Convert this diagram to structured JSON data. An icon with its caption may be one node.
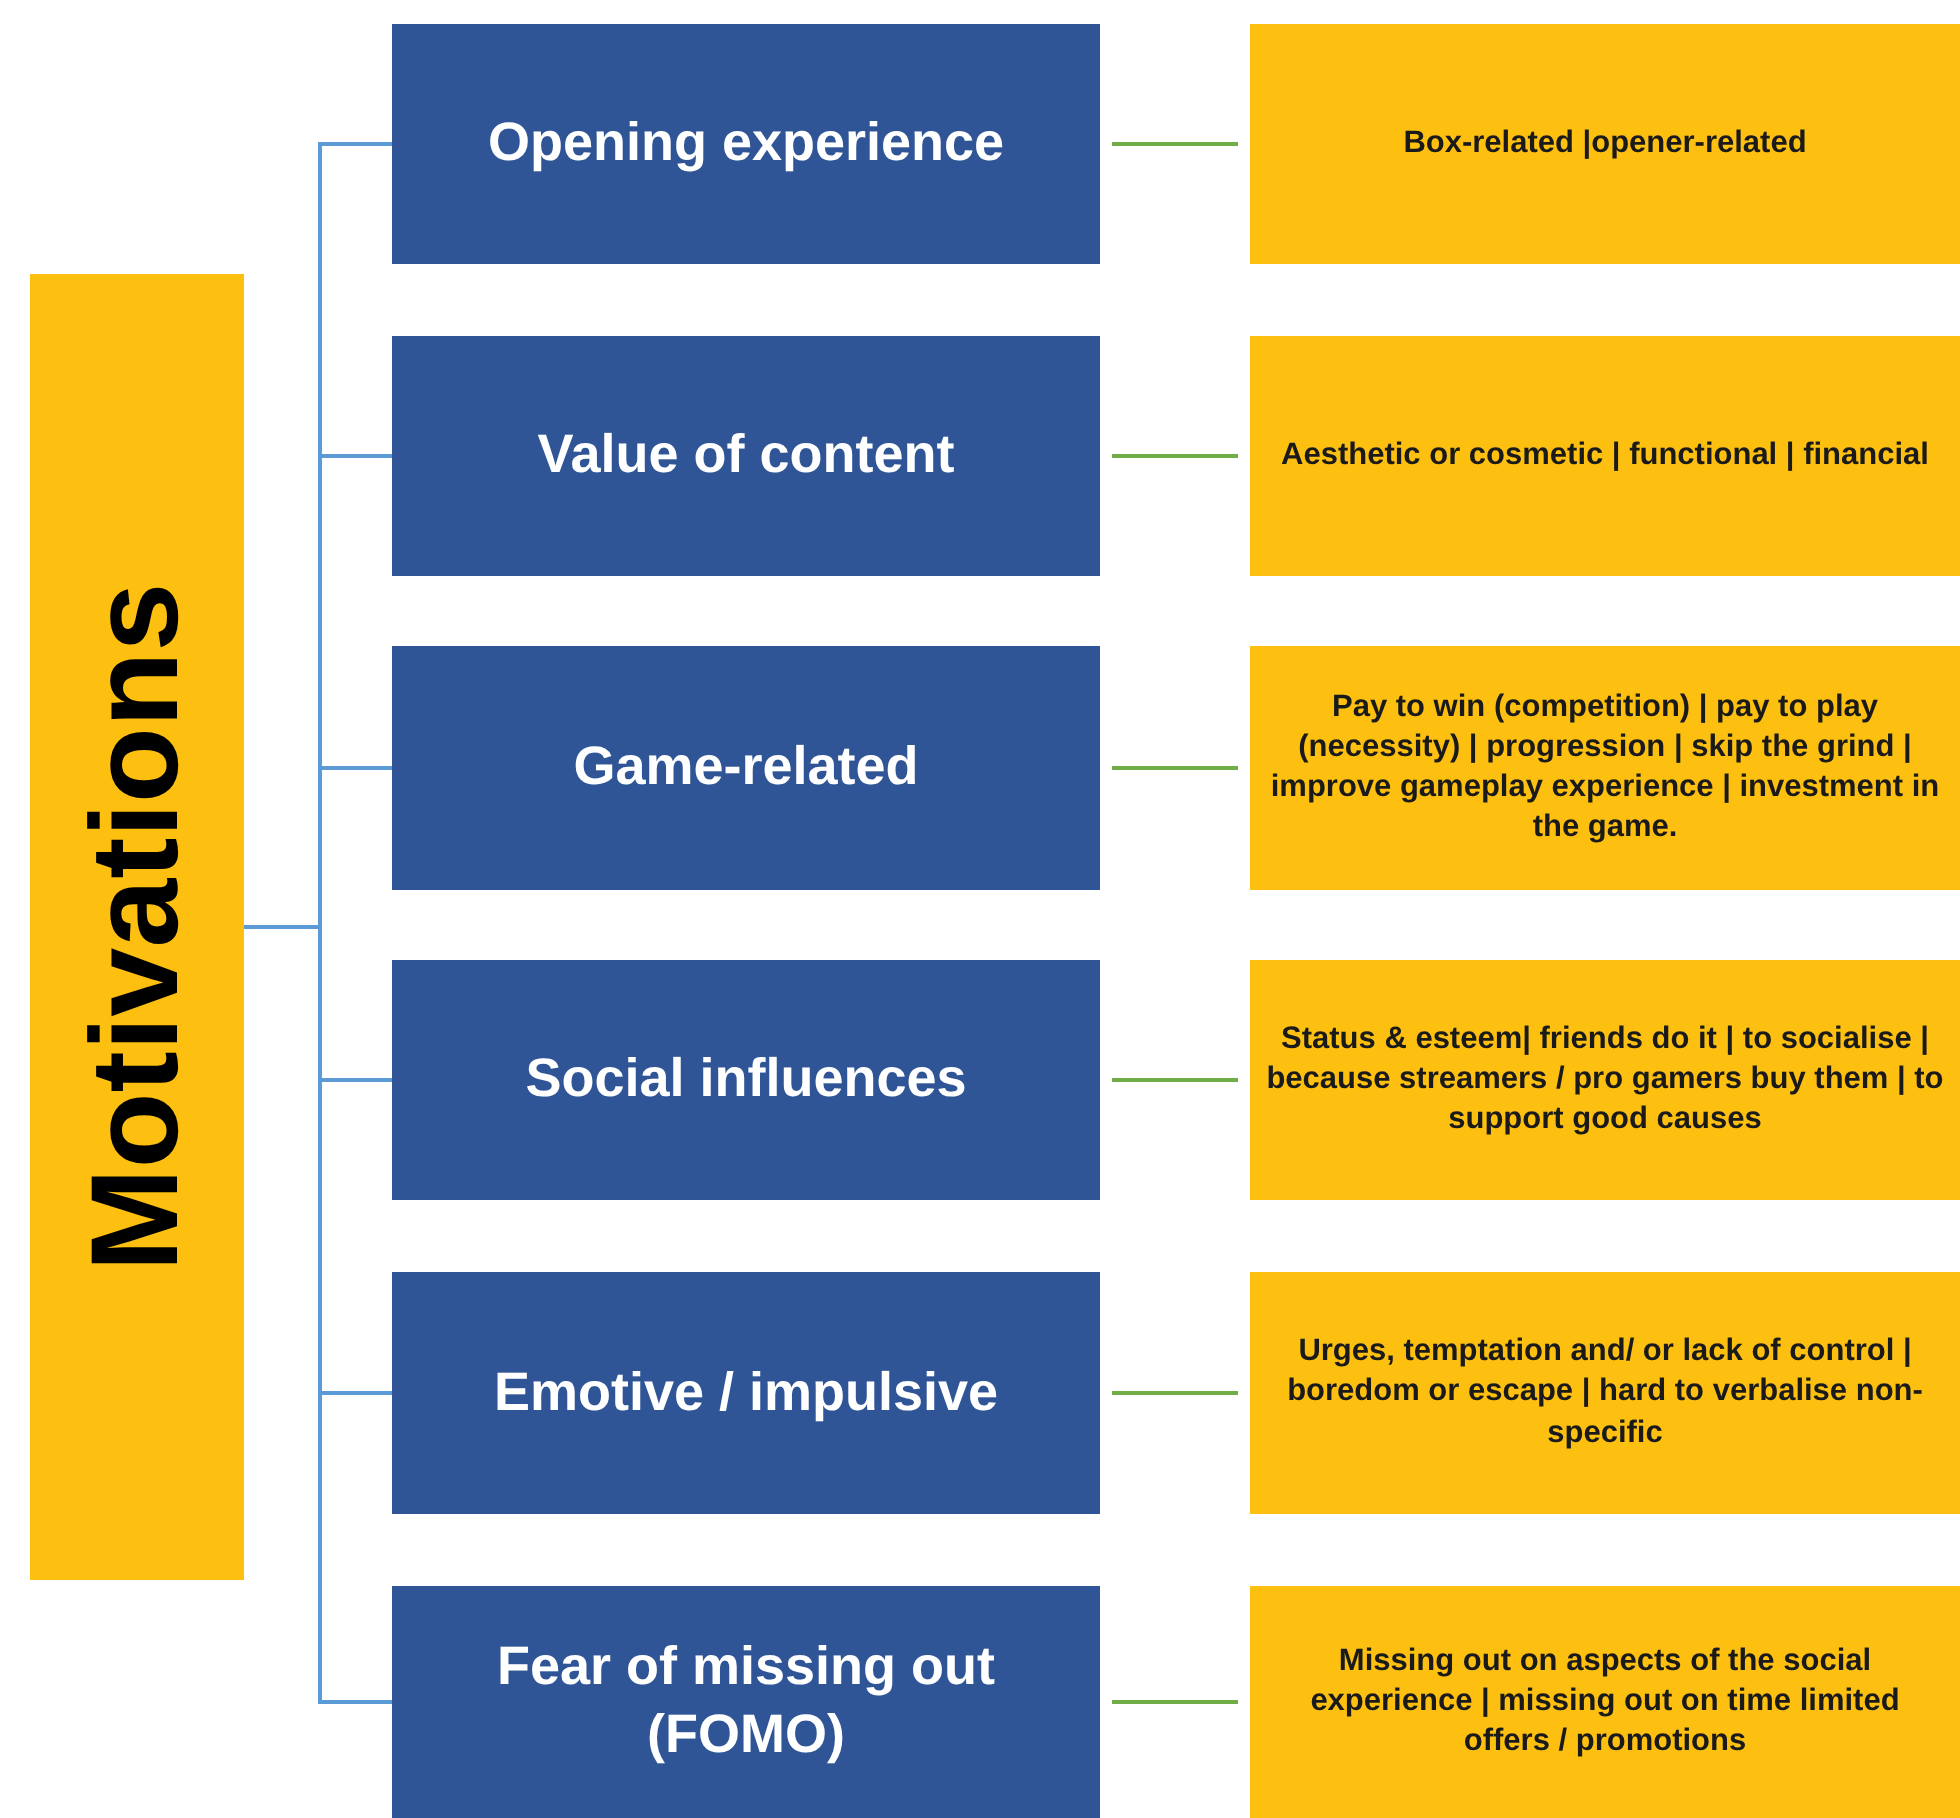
{
  "diagram": {
    "nodes": [
      {
        "text": [
          "Motivations"
        ]
      },
      {
        "text": [
          "Opening experience"
        ]
      },
      {
        "text": [
          "Value of content"
        ]
      },
      {
        "text": [
          "Game-related"
        ]
      },
      {
        "text": [
          "Social  influences"
        ]
      },
      {
        "text": [
          "Emotive / impulsive"
        ]
      },
      {
        "text": [
          "Fear of missing out (FOMO)"
        ]
      },
      {
        "text": [
          "Box-related |opener-related"
        ]
      },
      {
        "text": [
          "Aesthetic or cosmetic | functional | financial"
        ]
      },
      {
        "text": [
          "Pay to win (competition) | pay to play (necessity) | progression | skip the grind | improve gameplay experience | investment in the game."
        ]
      },
      {
        "text": [
          "Status & esteem| friends do it | to socialise | because streamers / pro gamers buy them | to support good causes"
        ]
      },
      {
        "text": [
          "Urges, temptation and/ or lack of control | boredom or escape | hard to verbalise non-specific"
        ]
      },
      {
        "text": [
          "Missing out on aspects of the social experience | missing out on time limited offers / promotions"
        ]
      }
    ],
    "edges": [
      {
        "from": 0,
        "to": 1,
        "arrow": "none",
        "color": "#5b9bd5"
      },
      {
        "from": 0,
        "to": 2,
        "arrow": "none",
        "color": "#5b9bd5"
      },
      {
        "from": 0,
        "to": 3,
        "arrow": "none",
        "color": "#5b9bd5"
      },
      {
        "from": 0,
        "to": 4,
        "arrow": "none",
        "color": "#5b9bd5"
      },
      {
        "from": 0,
        "to": 5,
        "arrow": "none",
        "color": "#5b9bd5"
      },
      {
        "from": 0,
        "to": 6,
        "arrow": "none",
        "color": "#5b9bd5"
      },
      {
        "from": 1,
        "to": 7,
        "arrow": "none",
        "color": "#70ad47"
      },
      {
        "from": 2,
        "to": 8,
        "arrow": "none",
        "color": "#70ad47"
      },
      {
        "from": 3,
        "to": 9,
        "arrow": "none",
        "color": "#70ad47"
      },
      {
        "from": 4,
        "to": 10,
        "arrow": "none",
        "color": "#70ad47"
      },
      {
        "from": 5,
        "to": 11,
        "arrow": "none",
        "color": "#70ad47"
      },
      {
        "from": 6,
        "to": 12,
        "arrow": "none",
        "color": "#70ad47"
      }
    ]
  }
}
